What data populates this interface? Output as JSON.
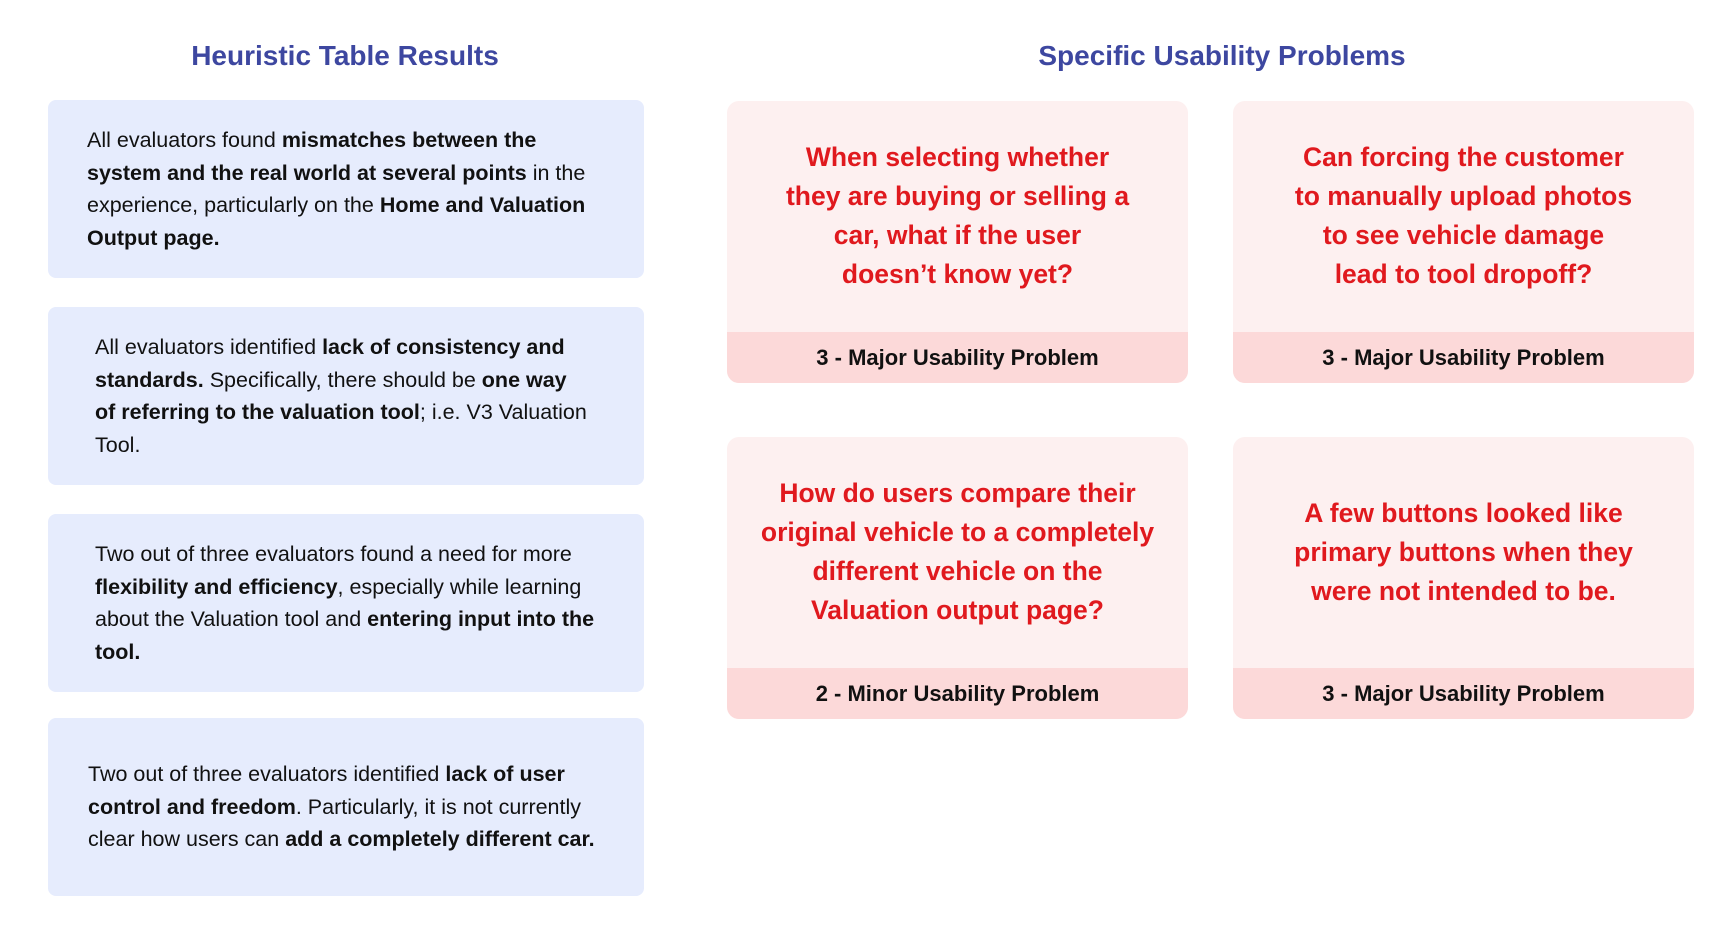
{
  "left_column": {
    "title": "Heuristic Table Results",
    "findings": [
      {
        "segments": [
          {
            "text": "All evaluators found ",
            "bold": false
          },
          {
            "text": "mismatches between the system and the real world at several points",
            "bold": true
          },
          {
            "text": " in the experience, particularly on the ",
            "bold": false
          },
          {
            "text": "Home and Valuation Output page.",
            "bold": true
          }
        ]
      },
      {
        "segments": [
          {
            "text": "All evaluators identified ",
            "bold": false
          },
          {
            "text": "lack of consistency and standards.",
            "bold": true
          },
          {
            "text": " Specifically, there should be ",
            "bold": false
          },
          {
            "text": "one way of referring to the valuation tool",
            "bold": true
          },
          {
            "text": "; i.e. V3 Valuation Tool.",
            "bold": false
          }
        ]
      },
      {
        "segments": [
          {
            "text": "Two out of three evaluators found a need for more ",
            "bold": false
          },
          {
            "text": "flexibility and efficiency",
            "bold": true
          },
          {
            "text": ", especially while learning about the Valuation tool and ",
            "bold": false
          },
          {
            "text": "entering input into the tool.",
            "bold": true
          }
        ]
      },
      {
        "segments": [
          {
            "text": "Two out of three evaluators identified ",
            "bold": false
          },
          {
            "text": "lack of user control and freedom",
            "bold": true
          },
          {
            "text": ". Particularly, it is not currently clear how users can ",
            "bold": false
          },
          {
            "text": "add a completely different car.",
            "bold": true
          }
        ]
      }
    ]
  },
  "right_column": {
    "title": "Specific Usability Problems",
    "problems": [
      {
        "lines": [
          "When selecting whether",
          "they are buying or selling a",
          "car, what if the user",
          "doesn’t know yet?"
        ],
        "severity": "3 - Major Usability Problem"
      },
      {
        "lines": [
          "Can forcing the customer",
          "to manually upload photos",
          "to see vehicle damage",
          "lead to tool dropoff?"
        ],
        "severity": "3 - Major Usability Problem"
      },
      {
        "lines": [
          "How do users compare their",
          "original vehicle to a completely",
          "different vehicle on the",
          "Valuation output page?"
        ],
        "severity": "2 - Minor Usability Problem"
      },
      {
        "lines": [
          "A few buttons looked like",
          "primary buttons when they",
          "were not intended to be."
        ],
        "severity": "3 - Major Usability Problem"
      }
    ]
  },
  "colors": {
    "title": "#3d47a0",
    "finding_card_bg": "#e6ecfd",
    "problem_card_bg": "#fdf0f0",
    "severity_bar_bg": "#fcd9d9",
    "problem_text": "#e0191e",
    "body_text": "#111111"
  }
}
